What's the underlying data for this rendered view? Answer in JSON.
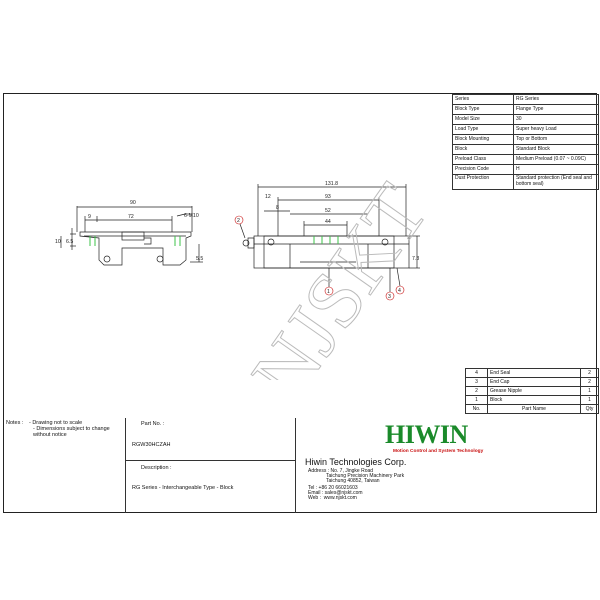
{
  "spec_table": [
    {
      "k": "Series",
      "v": "RG Series"
    },
    {
      "k": "Block Type",
      "v": "Flange Type"
    },
    {
      "k": "Model Size",
      "v": "30"
    },
    {
      "k": "Load Type",
      "v": "Super heavy Load"
    },
    {
      "k": "Block Mounting",
      "v": "Top or Bottom"
    },
    {
      "k": "Block",
      "v": "Standard Block"
    },
    {
      "k": "Preload Class",
      "v": "Medium Preload (0.07 ~ 0.09C)"
    },
    {
      "k": "Precision Code",
      "v": "H"
    },
    {
      "k": "Dust Protection",
      "v": "Standard protection (End seal and bottom seal)"
    }
  ],
  "parts_table": {
    "rows": [
      {
        "no": "4",
        "name": "End Seal",
        "qty": "2"
      },
      {
        "no": "3",
        "name": "End Cap",
        "qty": "2"
      },
      {
        "no": "2",
        "name": "Grease Nipple",
        "qty": "1"
      },
      {
        "no": "1",
        "name": "Block",
        "qty": "1"
      }
    ],
    "header": {
      "no": "No.",
      "name": "Part Name",
      "qty": "Qty"
    }
  },
  "notes": {
    "title": "Notes :",
    "line1": "- Drawing not to scale",
    "line2": "- Dimensions subject to change",
    "line3": "without notice"
  },
  "part_no": {
    "label": "Part No. :",
    "value": "RGW30HCZAH"
  },
  "description": {
    "label": "Description :",
    "value": "RG Series - Interchangeable Type - Block"
  },
  "company": {
    "logo": "HIWIN",
    "tagline": "Motion Control and System Technology",
    "name": "Hiwin Technologies Corp.",
    "address1": "Address : No. 7, Jingke Road",
    "address2": "Taichung Precision Machinery Park",
    "address3": "Taichung 40852, Taiwan",
    "tel": "Tel : +86 20 66021603",
    "email": "Email : sales@njskt.com",
    "web": "Web :  www.njskt.com"
  },
  "watermark": "NJSKT",
  "dims": {
    "front_width": "90",
    "front_inner": "72",
    "front_left": "9",
    "front_hole": "6-M10",
    "front_h1": "10",
    "front_h2": "6.5",
    "front_h3": "5.5",
    "side_len": "131.8",
    "side_body": "93",
    "side_mid": "52",
    "side_inner": "44",
    "side_a": "12",
    "side_b": "8",
    "side_h": "7.3",
    "call1": "1",
    "call2": "2",
    "call3": "3",
    "call4": "4"
  },
  "colors": {
    "logo_green": "#1a8a2a",
    "tagline_red": "#c81010",
    "accent_green": "#3cc34a"
  }
}
